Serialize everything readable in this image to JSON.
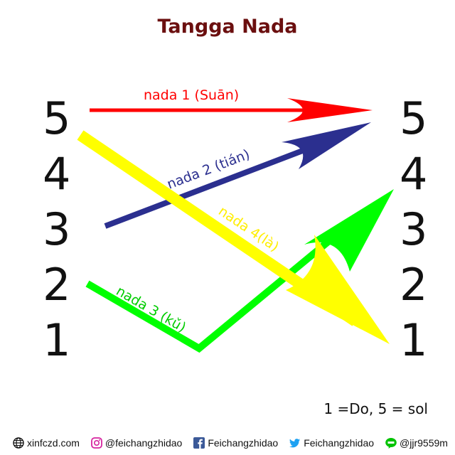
{
  "title": "Tangga Nada",
  "left_scale": [
    "5",
    "4",
    "3",
    "2",
    "1"
  ],
  "right_scale": [
    "5",
    "4",
    "3",
    "2",
    "1"
  ],
  "arrows": [
    {
      "label": "nada 1 (Suān)",
      "color": "#ff0000",
      "from": "5",
      "to": "5"
    },
    {
      "label": "nada 2 (tián)",
      "color": "#2b2f8f",
      "from": "3",
      "to": "5"
    },
    {
      "label": "nada 3 (kǔ)",
      "color": "#00ff00",
      "from": "2",
      "to": "4"
    },
    {
      "label": "nada 4(là)",
      "color": "#ffff00",
      "from": "5",
      "to": "1"
    }
  ],
  "note": "1 =Do, 5 = sol",
  "footer": {
    "website": "xinfczd.com",
    "instagram": "@feichangzhidao",
    "facebook": "Feichangzhidao",
    "twitter": "Feichangzhidao",
    "line": "@jjr9559m"
  }
}
